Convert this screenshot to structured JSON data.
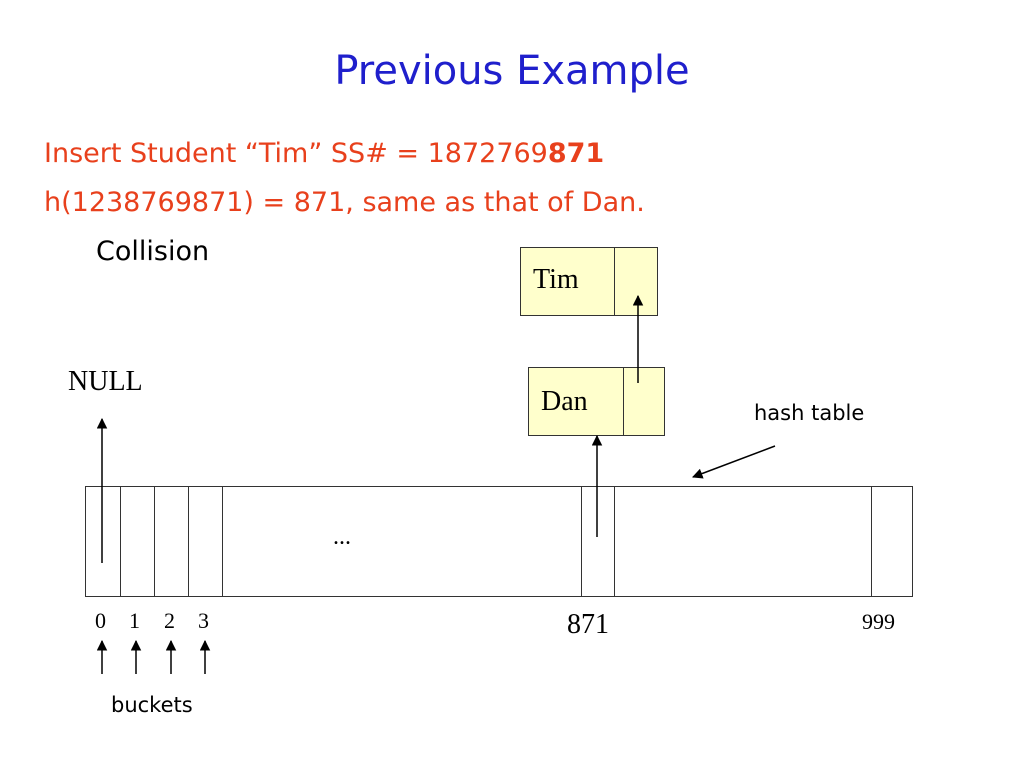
{
  "slide": {
    "title": "Previous Example",
    "line1_prefix": "Insert Student “Tim”  SS# = 1872769",
    "line1_highlight": "871",
    "line2": "h(1238769871) = 871, same as that of Dan.",
    "collision": "Collision"
  },
  "diagram": {
    "nodes": {
      "tim": "Tim",
      "dan": "Dan"
    },
    "null_label": "NULL",
    "table_label": "hash table",
    "ellipsis": "...",
    "bucket_indices": [
      "0",
      "1",
      "2",
      "3"
    ],
    "index_871": "871",
    "index_999": "999",
    "buckets_label": "buckets"
  },
  "colors": {
    "title": "#1f1fcc",
    "text_accent": "#e8401c",
    "node_fill": "#ffffcc"
  }
}
